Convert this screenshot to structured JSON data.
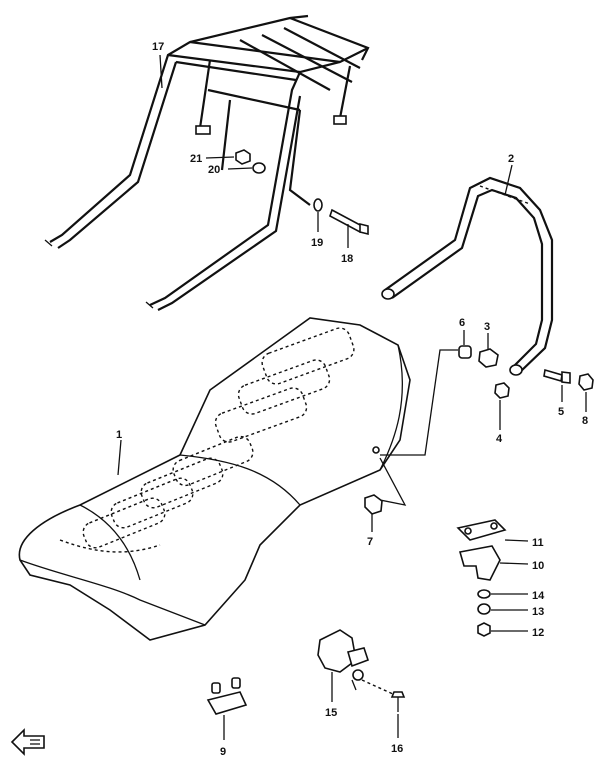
{
  "labels": {
    "p1": "1",
    "p2": "2",
    "p3": "3",
    "p4": "4",
    "p5": "5",
    "p6": "6",
    "p7": "7",
    "p8": "8",
    "p9": "9",
    "p10": "10",
    "p11": "11",
    "p12": "12",
    "p13": "13",
    "p14": "14",
    "p15": "15",
    "p16": "16",
    "p17": "17",
    "p18": "18",
    "p19": "19",
    "p20": "20",
    "p21": "21"
  },
  "colors": {
    "ink": "#111111",
    "paper": "#ffffff"
  },
  "icons": {
    "corner_arrow": "front-direction-arrow-icon"
  }
}
